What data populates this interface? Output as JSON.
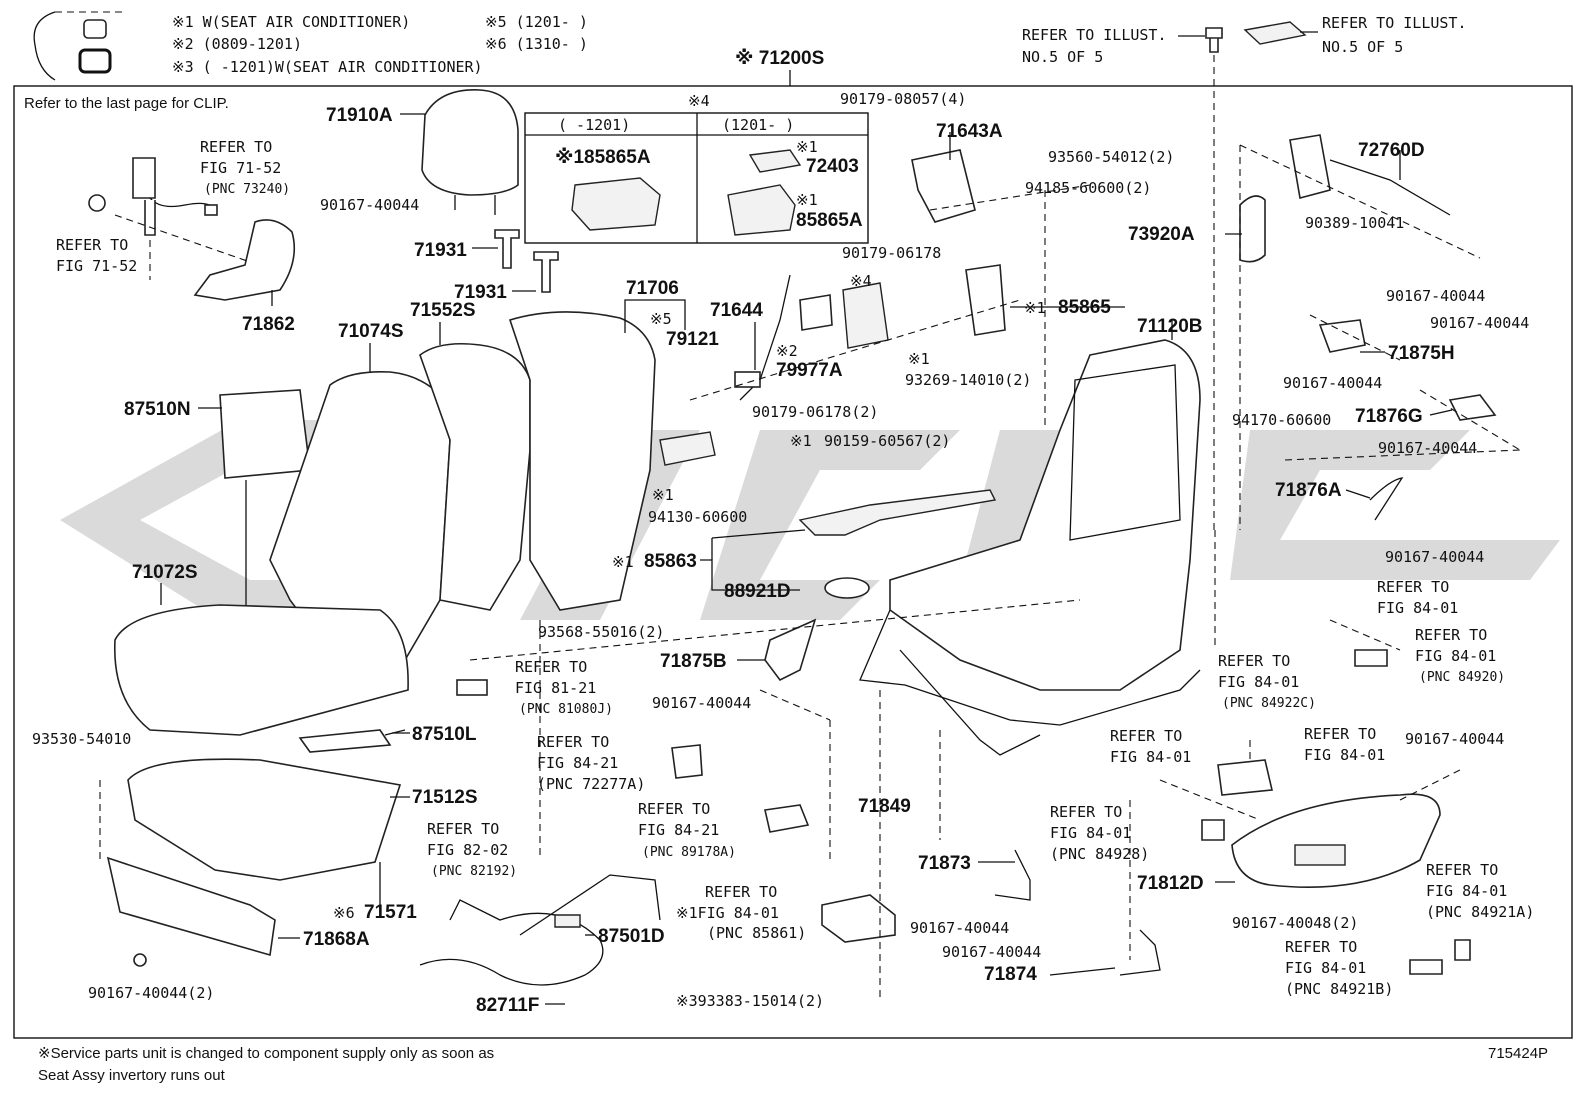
{
  "legend": {
    "notes": [
      "※1 W(SEAT AIR CONDITIONER)",
      "※2 (0809-1201)",
      "※3 (      -1201)W(SEAT AIR CONDITIONER)",
      "※5 (1201-      )",
      "※6 (1310-      )"
    ]
  },
  "header": {
    "assembly": "※ 71200S",
    "top_ref_left": [
      "REFER TO ILLUST.",
      "NO.5 OF 5"
    ],
    "top_ref_right": [
      "REFER TO ILLUST.",
      "NO.5 OF 5"
    ]
  },
  "clip_note": "Refer to the last page for CLIP.",
  "inset": {
    "title": "※4",
    "col_left": "(     -1201)",
    "col_right": "(1201-     )",
    "left_part": "※185865A",
    "right_parts": [
      "※1",
      "72403",
      "※1",
      "85865A"
    ]
  },
  "parts": [
    {
      "id": "71910A",
      "text": "71910A"
    },
    {
      "id": "71931a",
      "text": "71931"
    },
    {
      "id": "71931b",
      "text": "71931"
    },
    {
      "id": "71862",
      "text": "71862"
    },
    {
      "id": "71074S",
      "text": "71074S"
    },
    {
      "id": "71552S",
      "text": "71552S"
    },
    {
      "id": "71706",
      "text": "71706"
    },
    {
      "id": "79121",
      "text": "79121"
    },
    {
      "id": "71644",
      "text": "71644"
    },
    {
      "id": "79977A",
      "text": "79977A"
    },
    {
      "id": "71643A",
      "text": "71643A"
    },
    {
      "id": "85865",
      "text": "85865"
    },
    {
      "id": "73920A",
      "text": "73920A"
    },
    {
      "id": "72760D",
      "text": "72760D"
    },
    {
      "id": "71120B",
      "text": "71120B"
    },
    {
      "id": "71875H",
      "text": "71875H"
    },
    {
      "id": "71876G",
      "text": "71876G"
    },
    {
      "id": "71876A",
      "text": "71876A"
    },
    {
      "id": "87510N",
      "text": "87510N"
    },
    {
      "id": "71072S",
      "text": "71072S"
    },
    {
      "id": "85863",
      "text": "85863"
    },
    {
      "id": "88921D",
      "text": "88921D"
    },
    {
      "id": "71875B",
      "text": "71875B"
    },
    {
      "id": "87510L",
      "text": "87510L"
    },
    {
      "id": "71512S",
      "text": "71512S"
    },
    {
      "id": "71571",
      "text": "71571"
    },
    {
      "id": "71868A",
      "text": "71868A"
    },
    {
      "id": "87501D",
      "text": "87501D"
    },
    {
      "id": "82711F",
      "text": "82711F"
    },
    {
      "id": "71849",
      "text": "71849"
    },
    {
      "id": "71873",
      "text": "71873"
    },
    {
      "id": "71874",
      "text": "71874"
    },
    {
      "id": "71812D",
      "text": "71812D"
    }
  ],
  "bolts": [
    "90167-40044",
    "90179-08057(4)",
    "90179-06178",
    "93560-54012(2)",
    "94185-60600(2)",
    "90389-10041",
    "93269-14010(2)",
    "90179-06178(2)",
    "90159-60567(2)",
    "94130-60600",
    "90167-40044",
    "90167-40044",
    "90167-40044",
    "94170-60600",
    "90167-40044",
    "90167-40044",
    "93568-55016(2)",
    "90167-40044",
    "93530-54010",
    "90167-40044",
    "90167-40048(2)",
    "90167-40044(2)",
    "90167-40044",
    "90167-40044",
    "※393383-15014(2)"
  ],
  "marks": [
    "※1",
    "※1",
    "※2",
    "※4",
    "※5",
    "※1",
    "※1",
    "※1",
    "※6"
  ],
  "refs": [
    {
      "lines": [
        "REFER TO",
        "FIG 71-52",
        "(PNC 73240)"
      ]
    },
    {
      "lines": [
        "REFER TO",
        "FIG 71-52"
      ]
    },
    {
      "lines": [
        "REFER TO",
        "FIG 81-21",
        "(PNC 81080J)"
      ]
    },
    {
      "lines": [
        "REFER TO",
        "FIG 84-21",
        "(PNC 72277A)"
      ]
    },
    {
      "lines": [
        "REFER TO",
        "FIG 84-21",
        "(PNC 89178A)"
      ]
    },
    {
      "lines": [
        "REFER TO",
        "FIG 82-02",
        "(PNC 82192)"
      ]
    },
    {
      "lines": [
        "REFER TO",
        "※1FIG 84-01",
        "(PNC 85861)"
      ]
    },
    {
      "lines": [
        "REFER TO",
        "FIG 84-01"
      ]
    },
    {
      "lines": [
        "REFER TO",
        "FIG 84-01",
        "(PNC 84920)"
      ]
    },
    {
      "lines": [
        "REFER TO",
        "FIG 84-01",
        "(PNC 84922C)"
      ]
    },
    {
      "lines": [
        "REFER TO",
        "FIG 84-01"
      ]
    },
    {
      "lines": [
        "REFER TO",
        "FIG 84-01"
      ]
    },
    {
      "lines": [
        "REFER TO",
        "FIG 84-01",
        "(PNC 84928)"
      ]
    },
    {
      "lines": [
        "REFER TO",
        "FIG 84-01",
        "(PNC 84921A)"
      ]
    },
    {
      "lines": [
        "REFER TO",
        "FIG 84-01",
        "(PNC 84921B)"
      ]
    }
  ],
  "footer": {
    "note_line1": "※Service parts unit is changed to component supply only as soon as",
    "note_line2": "Seat Assy invertory runs out",
    "code": "715424P"
  }
}
